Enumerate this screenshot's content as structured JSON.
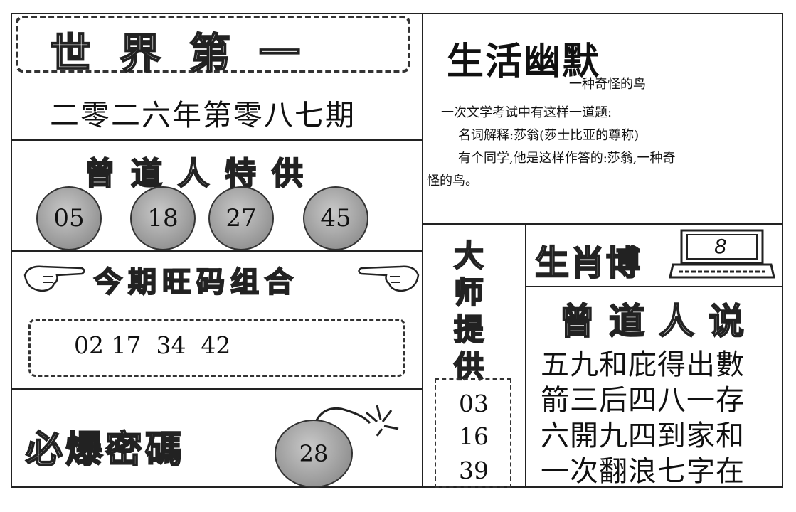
{
  "left": {
    "logo": "世界第一",
    "issue": "二零二六年第零八七期",
    "special": {
      "title": "曾道人特供",
      "balls": [
        "05",
        "18",
        "27",
        "45"
      ]
    },
    "combo": {
      "title": "今期旺码组合",
      "numbers": "02 17  34  42"
    },
    "secret": {
      "title": "必爆密碼",
      "number": "28"
    }
  },
  "humor": {
    "title": "生活幽默",
    "subtitle": "一种奇怪的鸟",
    "lines": [
      "一次文学考试中有这样一道题:",
      "名词解释:莎翁(莎士比亚的尊称)",
      "有个同学,他是这样作答的:莎翁,一种奇",
      "怪的鸟。"
    ]
  },
  "master": {
    "title_chars": [
      "大",
      "师",
      "提",
      "供"
    ],
    "numbers": [
      "03",
      "16",
      "39"
    ]
  },
  "zodiac": {
    "title": "生肖博",
    "laptop_label": "8"
  },
  "poem": {
    "title": "曾道人说",
    "lines": [
      "五九和庇得出數",
      "箭三后四八一存",
      "六開九四到家和",
      "一次翻浪七字在"
    ]
  }
}
